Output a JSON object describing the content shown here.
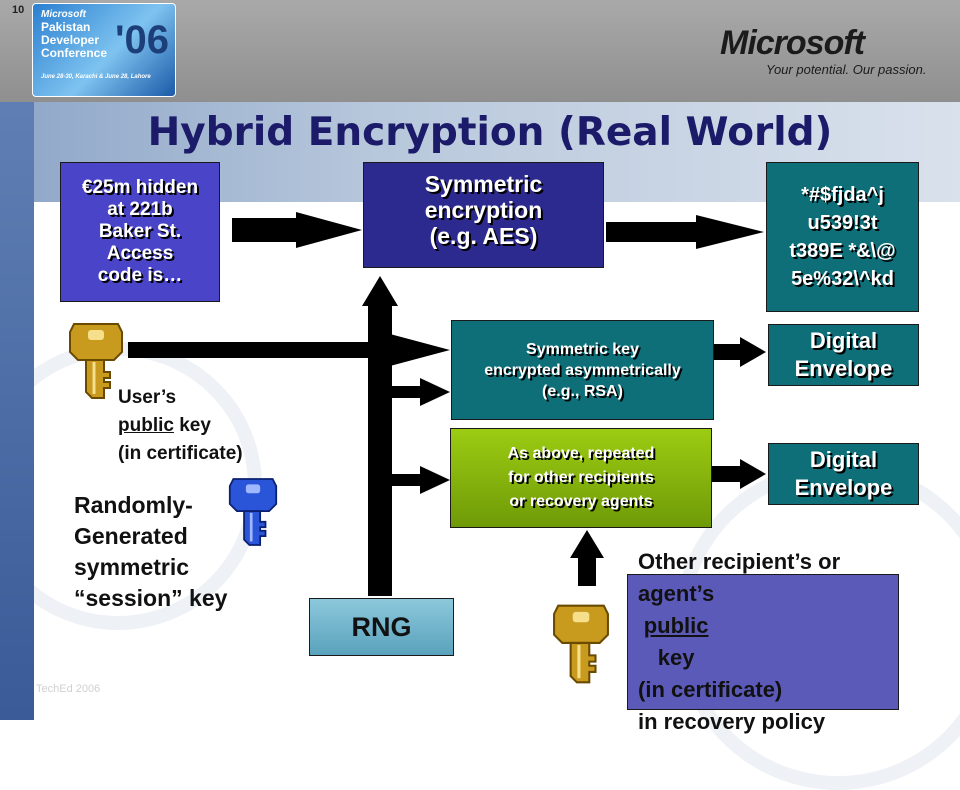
{
  "slide_number": "10",
  "conference_logo": {
    "brand": "Microsoft",
    "name_lines": [
      "Pakistan",
      "Developer",
      "Conference"
    ],
    "year": "'06",
    "dates": "June 28-30, Karachi & June 28, Lahore"
  },
  "microsoft": {
    "logo": "Microsoft",
    "tagline": "Your potential. Our passion."
  },
  "title": "Hybrid Encryption (Real World)",
  "plaintext_lines": [
    "€25m hidden",
    "at 221b",
    "Baker St.",
    "Access",
    "code is…"
  ],
  "symmetric_lines": [
    "Symmetric",
    "encryption",
    "(e.g. AES)"
  ],
  "ciphertext_lines": [
    "*#$fjda^j",
    "u539!3t",
    "t389E *&\\@",
    "5e%32\\^kd"
  ],
  "asym_lines": [
    "Symmetric key",
    "encrypted asymmetrically",
    "(e.g., RSA)"
  ],
  "repeat_lines": [
    "As above, repeated",
    "for other recipients",
    "or recovery agents"
  ],
  "envelope1_lines": [
    "Digital",
    "Envelope"
  ],
  "envelope2_lines": [
    "Digital",
    "Envelope"
  ],
  "user_key_label": {
    "line1": "User’s",
    "public_word": "public",
    "line2_rest": " key",
    "line3": "(in certificate)"
  },
  "session_key_lines": [
    "Randomly-",
    "Generated",
    "symmetric",
    "“session” key"
  ],
  "rng_label": "RNG",
  "other_recipient": {
    "line1": "Other recipient’s or",
    "line2_pre": "agent’s ",
    "public_word": "public",
    "line2_post": " key",
    "line3": "(in certificate)",
    "line4": "in recovery policy"
  },
  "watermark": "TechEd 2006",
  "icons": [
    "gold-key-icon",
    "blue-key-icon",
    "gold-key-icon"
  ],
  "colors": {
    "title": "#1b1b6a",
    "plaintext_box": "#4a45c8",
    "symmetric_box": "#2d2a8f",
    "ciphertext_box": "#0f6f78",
    "asym_box": "#0f6f78",
    "repeat_box": "#8fbe0f",
    "envelope_box": "#0f6f78",
    "rng_box": "#6ab0c8",
    "other_recipient_box": "#5c5ab8",
    "key_gold": "#c89a1e",
    "key_blue": "#2a55d8"
  }
}
